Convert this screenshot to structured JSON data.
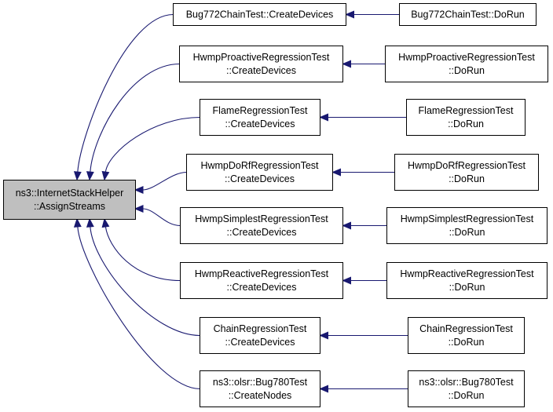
{
  "colors": {
    "edge": "#191970",
    "focus_fill": "#bfbfbf",
    "node_fill": "#ffffff",
    "border": "#000000"
  },
  "graph": {
    "focus": {
      "lines": [
        "ns3::InternetStackHelper",
        "::AssignStreams"
      ]
    },
    "callers": [
      {
        "lines": [
          "Bug772ChainTest::CreateDevices"
        ],
        "caller": {
          "lines": [
            "Bug772ChainTest::DoRun"
          ]
        }
      },
      {
        "lines": [
          "HwmpProactiveRegressionTest",
          "::CreateDevices"
        ],
        "caller": {
          "lines": [
            "HwmpProactiveRegressionTest",
            "::DoRun"
          ]
        }
      },
      {
        "lines": [
          "FlameRegressionTest",
          "::CreateDevices"
        ],
        "caller": {
          "lines": [
            "FlameRegressionTest",
            "::DoRun"
          ]
        }
      },
      {
        "lines": [
          "HwmpDoRfRegressionTest",
          "::CreateDevices"
        ],
        "caller": {
          "lines": [
            "HwmpDoRfRegressionTest",
            "::DoRun"
          ]
        }
      },
      {
        "lines": [
          "HwmpSimplestRegressionTest",
          "::CreateDevices"
        ],
        "caller": {
          "lines": [
            "HwmpSimplestRegressionTest",
            "::DoRun"
          ]
        }
      },
      {
        "lines": [
          "HwmpReactiveRegressionTest",
          "::CreateDevices"
        ],
        "caller": {
          "lines": [
            "HwmpReactiveRegressionTest",
            "::DoRun"
          ]
        }
      },
      {
        "lines": [
          "ChainRegressionTest",
          "::CreateDevices"
        ],
        "caller": {
          "lines": [
            "ChainRegressionTest",
            "::DoRun"
          ]
        }
      },
      {
        "lines": [
          "ns3::olsr::Bug780Test",
          "::CreateNodes"
        ],
        "caller": {
          "lines": [
            "ns3::olsr::Bug780Test",
            "::DoRun"
          ]
        }
      }
    ]
  }
}
